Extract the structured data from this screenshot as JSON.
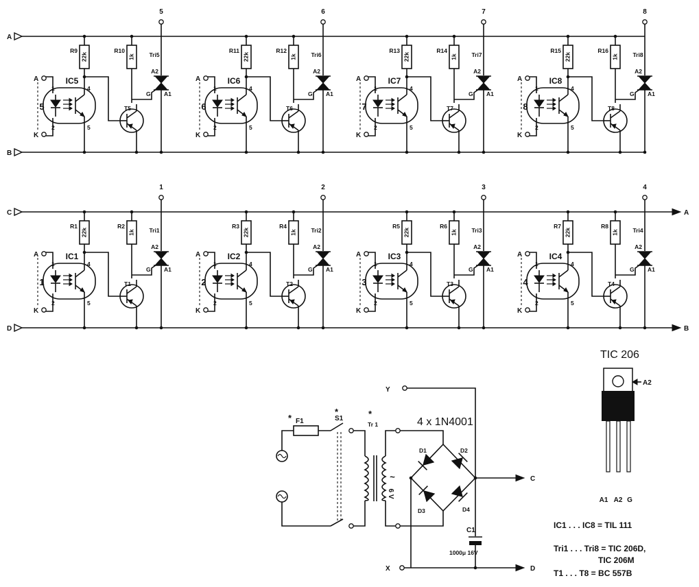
{
  "rows": [
    {
      "bus_top": "A",
      "bus_bottom": "B",
      "bus_top_out": "",
      "bus_bottom_out": "",
      "stages": [
        {
          "ic": "IC5",
          "input": "5",
          "in_a": "A",
          "in_k": "K",
          "pin1": "1",
          "pin2": "2",
          "pin4": "4",
          "pin5": "5",
          "r_top": "R9",
          "r_top_val": "22k",
          "r_base": "R10",
          "r_base_val": "1k",
          "transistor": "T5",
          "triac": "Tri5",
          "a2": "A2",
          "a1": "A1",
          "gate": "G",
          "output": "5"
        },
        {
          "ic": "IC6",
          "input": "6",
          "in_a": "A",
          "in_k": "K",
          "pin1": "1",
          "pin2": "2",
          "pin4": "4",
          "pin5": "5",
          "r_top": "R11",
          "r_top_val": "22k",
          "r_base": "R12",
          "r_base_val": "1k",
          "transistor": "T6",
          "triac": "Tri6",
          "a2": "A2",
          "a1": "A1",
          "gate": "G",
          "output": "6"
        },
        {
          "ic": "IC7",
          "input": "7",
          "in_a": "A",
          "in_k": "K",
          "pin1": "1",
          "pin2": "2",
          "pin4": "4",
          "pin5": "5",
          "r_top": "R13",
          "r_top_val": "22k",
          "r_base": "R14",
          "r_base_val": "1k",
          "transistor": "T7",
          "triac": "Tri7",
          "a2": "A2",
          "a1": "A1",
          "gate": "G",
          "output": "7"
        },
        {
          "ic": "IC8",
          "input": "8",
          "in_a": "A",
          "in_k": "K",
          "pin1": "1",
          "pin2": "2",
          "pin4": "4",
          "pin5": "5",
          "r_top": "R15",
          "r_top_val": "22k",
          "r_base": "R16",
          "r_base_val": "1k",
          "transistor": "T8",
          "triac": "Tri8",
          "a2": "A2",
          "a1": "A1",
          "gate": "G",
          "output": "8"
        }
      ]
    },
    {
      "bus_top": "C",
      "bus_bottom": "D",
      "bus_top_out": "A",
      "bus_bottom_out": "B",
      "stages": [
        {
          "ic": "IC1",
          "input": "1",
          "in_a": "A",
          "in_k": "K",
          "pin1": "1",
          "pin2": "2",
          "pin4": "4",
          "pin5": "5",
          "r_top": "R1",
          "r_top_val": "22k",
          "r_base": "R2",
          "r_base_val": "1k",
          "transistor": "T1",
          "triac": "Tri1",
          "a2": "A2",
          "a1": "A1",
          "gate": "G",
          "output": "1"
        },
        {
          "ic": "IC2",
          "input": "2",
          "in_a": "A",
          "in_k": "K",
          "pin1": "1",
          "pin2": "2",
          "pin4": "4",
          "pin5": "5",
          "r_top": "R3",
          "r_top_val": "22k",
          "r_base": "R4",
          "r_base_val": "1k",
          "transistor": "T2",
          "triac": "Tri2",
          "a2": "A2",
          "a1": "A1",
          "gate": "G",
          "output": "2"
        },
        {
          "ic": "IC3",
          "input": "3",
          "in_a": "A",
          "in_k": "K",
          "pin1": "1",
          "pin2": "2",
          "pin4": "4",
          "pin5": "5",
          "r_top": "R5",
          "r_top_val": "22k",
          "r_base": "R6",
          "r_base_val": "1k",
          "transistor": "T3",
          "triac": "Tri3",
          "a2": "A2",
          "a1": "A1",
          "gate": "G",
          "output": "3"
        },
        {
          "ic": "IC4",
          "input": "4",
          "in_a": "A",
          "in_k": "K",
          "pin1": "1",
          "pin2": "2",
          "pin4": "4",
          "pin5": "5",
          "r_top": "R7",
          "r_top_val": "22k",
          "r_base": "R8",
          "r_base_val": "1k",
          "transistor": "T4",
          "triac": "Tri4",
          "a2": "A2",
          "a1": "A1",
          "gate": "G",
          "output": "4"
        }
      ]
    }
  ],
  "power_supply": {
    "fuse": "F1",
    "switch": "S1",
    "transformer": "Tr 1",
    "secondary_voltage": "6 V",
    "bridge_label": "4 x 1N4001",
    "diodes": [
      "D1",
      "D2",
      "D3",
      "D4"
    ],
    "capacitor": "C1",
    "cap_value": "1000μ 16V",
    "asterisk": "*",
    "node_y": "Y",
    "node_x": "X",
    "out_pos": "C",
    "out_neg": "D",
    "ac_symbol": "~"
  },
  "package": {
    "title": "TIC 206",
    "tab_pin": "A2",
    "pins": [
      "A1",
      "A2",
      "G"
    ]
  },
  "legend": [
    {
      "left": "IC1 . . . IC8 = TIL 111",
      "cont": ""
    },
    {
      "left": "Tri1 . . . Tri8 = TIC 206D,",
      "cont": "TIC 206M"
    },
    {
      "left": "T1 . . . T8 = BC 557B",
      "cont": ""
    }
  ]
}
